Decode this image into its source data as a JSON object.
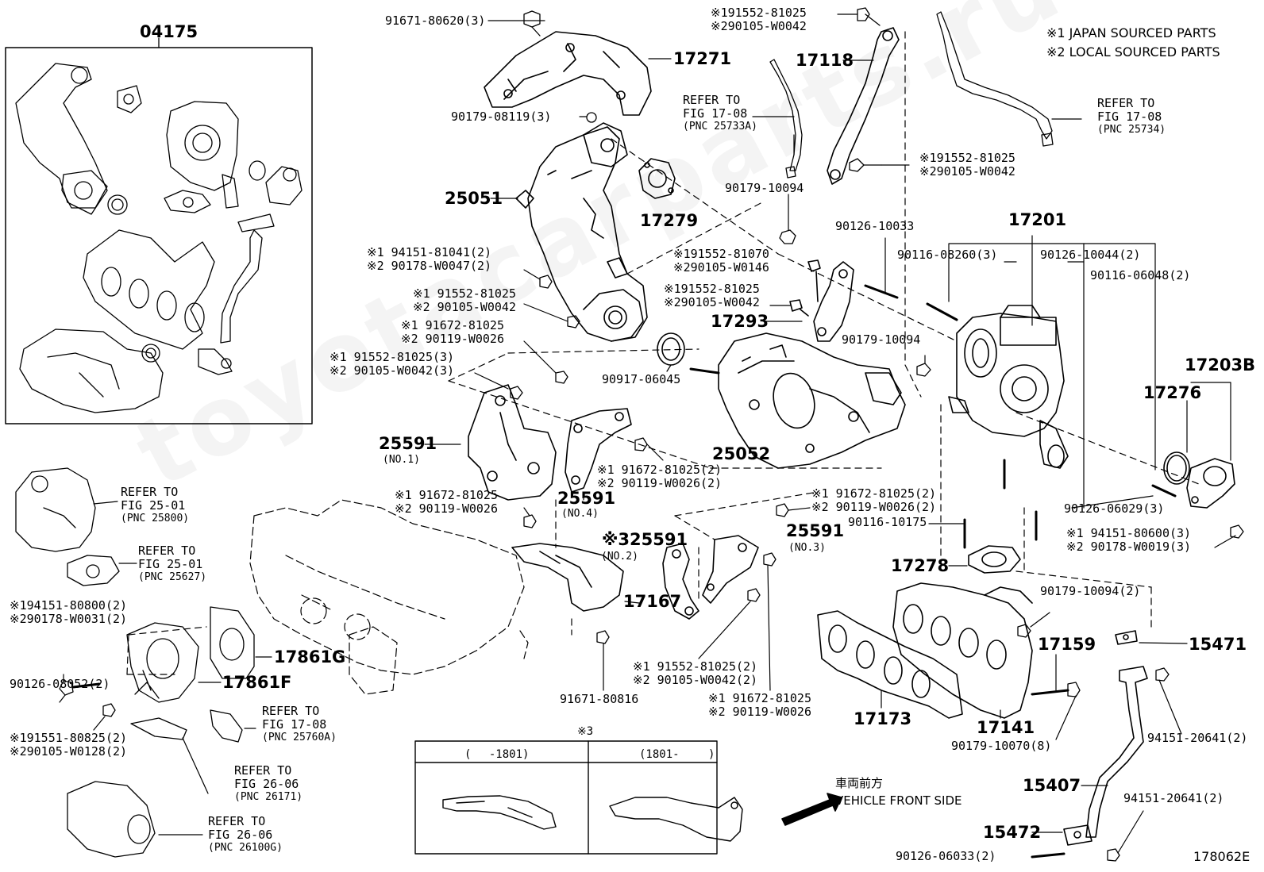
{
  "diagram_data": {
    "legend": [
      "※1 JAPAN SOURCED PARTS",
      "※2 LOCAL SOURCED PARTS"
    ],
    "drawing_id": "178062E",
    "watermark": "toyotacarparts.ru",
    "front_label": {
      "jp": "車両前方",
      "en": "VEHICLE FRONT SIDE"
    },
    "inset": {
      "mark": "※3",
      "col1": "(　 -1801)",
      "col2": "(1801-　　 )"
    },
    "big_labels": [
      {
        "id": "p04175",
        "text": "04175"
      },
      {
        "id": "p17271",
        "text": "17271"
      },
      {
        "id": "p17118",
        "text": "17118"
      },
      {
        "id": "p25051",
        "text": "25051"
      },
      {
        "id": "p17279",
        "text": "17279"
      },
      {
        "id": "p17201",
        "text": "17201"
      },
      {
        "id": "p17293",
        "text": "17293"
      },
      {
        "id": "p25591a",
        "text": "25591"
      },
      {
        "id": "p25591b",
        "text": "25591"
      },
      {
        "id": "p25052",
        "text": "25052"
      },
      {
        "id": "p17203B",
        "text": "17203B"
      },
      {
        "id": "p17276",
        "text": "17276"
      },
      {
        "id": "p25591c",
        "text": "※325591"
      },
      {
        "id": "p25591d",
        "text": "25591"
      },
      {
        "id": "p17278",
        "text": "17278"
      },
      {
        "id": "p17167",
        "text": "17167"
      },
      {
        "id": "p17861G",
        "text": "17861G"
      },
      {
        "id": "p17861F",
        "text": "17861F"
      },
      {
        "id": "p17159",
        "text": "17159"
      },
      {
        "id": "p15471",
        "text": "15471"
      },
      {
        "id": "p17173",
        "text": "17173"
      },
      {
        "id": "p17141",
        "text": "17141"
      },
      {
        "id": "p15407",
        "text": "15407"
      },
      {
        "id": "p15472",
        "text": "15472"
      }
    ],
    "sub_labels": [
      {
        "id": "s_no1",
        "text": "(NO.1)"
      },
      {
        "id": "s_no4",
        "text": "(NO.4)"
      },
      {
        "id": "s_no2",
        "text": "(NO.2)"
      },
      {
        "id": "s_no3",
        "text": "(NO.3)"
      }
    ],
    "small_labels": [
      {
        "id": "l01",
        "lines": [
          "91671-80620(3)"
        ]
      },
      {
        "id": "l02",
        "lines": [
          "90179-08119(3)"
        ]
      },
      {
        "id": "l03",
        "lines": [
          "※191552-81025",
          "※290105-W0042"
        ]
      },
      {
        "id": "l04",
        "lines": [
          "REFER TO",
          "FIG 17-08",
          "(PNC 25733A)"
        ]
      },
      {
        "id": "l05",
        "lines": [
          "REFER TO",
          "FIG 17-08",
          "(PNC 25734)"
        ]
      },
      {
        "id": "l06",
        "lines": [
          "※191552-81025",
          "※290105-W0042"
        ]
      },
      {
        "id": "l07",
        "lines": [
          "90179-10094"
        ]
      },
      {
        "id": "l08",
        "lines": [
          "90126-10033"
        ]
      },
      {
        "id": "l09",
        "lines": [
          "※1 94151-81041(2)",
          "※2 90178-W0047(2)"
        ]
      },
      {
        "id": "l10",
        "lines": [
          "※191552-81070",
          "※290105-W0146"
        ]
      },
      {
        "id": "l11",
        "lines": [
          "90116-08260(3)"
        ]
      },
      {
        "id": "l12",
        "lines": [
          "90126-10044(2)"
        ]
      },
      {
        "id": "l13",
        "lines": [
          "90116-06048(2)"
        ]
      },
      {
        "id": "l14",
        "lines": [
          "※1 91552-81025",
          "※2 90105-W0042"
        ]
      },
      {
        "id": "l15",
        "lines": [
          "※191552-81025",
          "※290105-W0042"
        ]
      },
      {
        "id": "l16",
        "lines": [
          "※1 91672-81025",
          "※2 90119-W0026"
        ]
      },
      {
        "id": "l17",
        "lines": [
          "90179-10094"
        ]
      },
      {
        "id": "l18",
        "lines": [
          "※1 91552-81025(3)",
          "※2 90105-W0042(3)"
        ]
      },
      {
        "id": "l19",
        "lines": [
          "90917-06045"
        ]
      },
      {
        "id": "l20",
        "lines": [
          "※1 91672-81025(2)",
          "※2 90119-W0026(2)"
        ]
      },
      {
        "id": "l21",
        "lines": [
          "※1 91672-81025(2)",
          "※2 90119-W0026(2)"
        ]
      },
      {
        "id": "l22",
        "lines": [
          "※1 91672-81025",
          "※2 90119-W0026"
        ]
      },
      {
        "id": "l23",
        "lines": [
          "90126-06029(3)"
        ]
      },
      {
        "id": "l24",
        "lines": [
          "90116-10175"
        ]
      },
      {
        "id": "l25",
        "lines": [
          "※1 94151-80600(3)",
          "※2 90178-W0019(3)"
        ]
      },
      {
        "id": "l26",
        "lines": [
          "REFER TO",
          "FIG 25-01",
          "(PNC 25800)"
        ]
      },
      {
        "id": "l27",
        "lines": [
          "REFER TO",
          "FIG 25-01",
          "(PNC 25627)"
        ]
      },
      {
        "id": "l28",
        "lines": [
          "※194151-80800(2)",
          "※290178-W0031(2)"
        ]
      },
      {
        "id": "l29",
        "lines": [
          "90126-08052(2)"
        ]
      },
      {
        "id": "l30",
        "lines": [
          "90179-10094(2)"
        ]
      },
      {
        "id": "l31",
        "lines": [
          "※1 91552-81025(2)",
          "※2 90105-W0042(2)"
        ]
      },
      {
        "id": "l32",
        "lines": [
          "91671-80816"
        ]
      },
      {
        "id": "l33",
        "lines": [
          "※1 91672-81025",
          "※2 90119-W0026"
        ]
      },
      {
        "id": "l34",
        "lines": [
          "90179-10070(8)"
        ]
      },
      {
        "id": "l35",
        "lines": [
          "REFER TO",
          "FIG 17-08",
          "(PNC 25760A)"
        ]
      },
      {
        "id": "l36",
        "lines": [
          "※191551-80825(2)",
          "※290105-W0128(2)"
        ]
      },
      {
        "id": "l37",
        "lines": [
          "REFER TO",
          "FIG 26-06",
          "(PNC 26171)"
        ]
      },
      {
        "id": "l38",
        "lines": [
          "REFER TO",
          "FIG 26-06",
          "(PNC 26100G)"
        ]
      },
      {
        "id": "l39",
        "lines": [
          "94151-20641(2)"
        ]
      },
      {
        "id": "l40",
        "lines": [
          "94151-20641(2)"
        ]
      },
      {
        "id": "l41",
        "lines": [
          "90126-06033(2)"
        ]
      }
    ]
  }
}
